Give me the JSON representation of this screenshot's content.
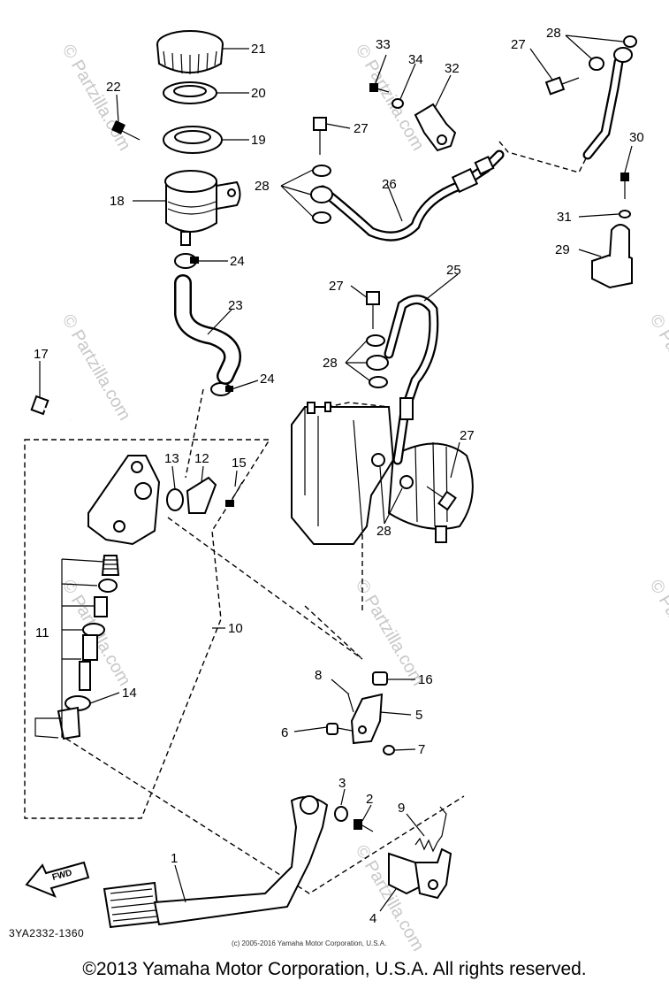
{
  "diagram": {
    "drawing_code": "3YA2332-1360",
    "inner_copyright": "(c) 2005-2016 Yamaha Motor Corporation, U.S.A.",
    "footer": "©2013 Yamaha Motor Corporation, U.S.A. All rights reserved.",
    "watermark": "© Partzilla.com",
    "fwd_label": "FWD",
    "callouts": [
      "21",
      "20",
      "19",
      "18",
      "22",
      "24",
      "23",
      "24",
      "17",
      "13",
      "12",
      "15",
      "11",
      "14",
      "10",
      "16",
      "8",
      "5",
      "6",
      "7",
      "3",
      "2",
      "9",
      "1",
      "4",
      "33",
      "34",
      "32",
      "27",
      "28",
      "26",
      "25",
      "27",
      "28",
      "28",
      "27",
      "27",
      "28",
      "30",
      "31",
      "29"
    ]
  }
}
